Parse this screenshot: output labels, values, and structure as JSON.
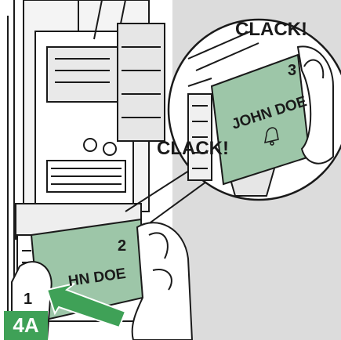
{
  "figure": {
    "step_badge": "4A",
    "sound_label_top": "CLACK!",
    "sound_label_mid": "CLACK!",
    "callout_step_number": "3",
    "callout_card_name": "JOHN DOE",
    "main_card_step_number": "2",
    "main_card_name": "HN DOE",
    "push_step_number": "1",
    "colors": {
      "accent_green": "#3fa157",
      "card_green": "#9dc6a8",
      "background_gray": "#d9d9d9",
      "line_color": "#1a1a1a"
    },
    "icons": [
      "bell-icon",
      "push-arrow-icon"
    ]
  }
}
